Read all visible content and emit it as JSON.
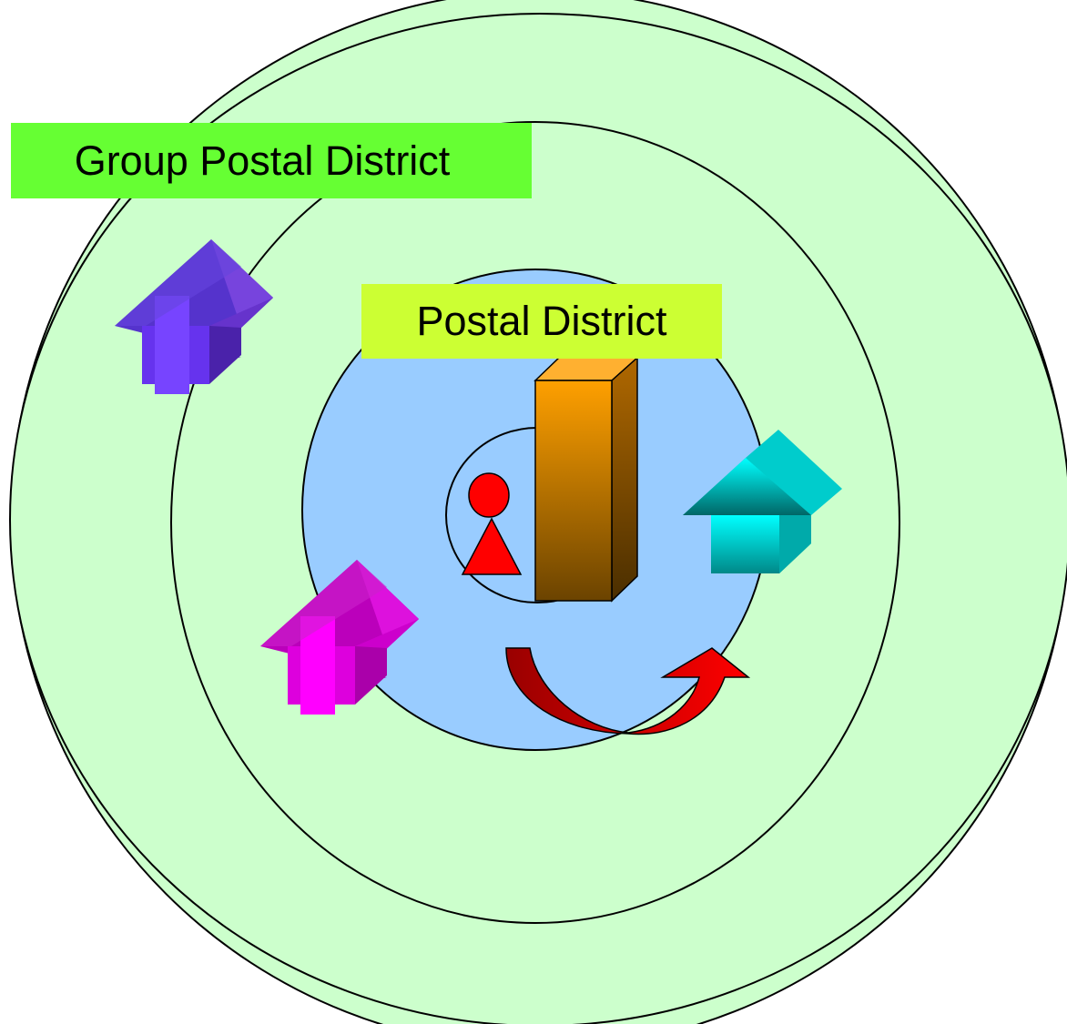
{
  "labels": {
    "group_postal_district": "Group Postal District",
    "postal_district": "Postal District"
  },
  "colors": {
    "outer_ring_fill": "#ccffcc",
    "inner_district_fill": "#99ccff",
    "group_label_bg": "#66ff33",
    "district_label_bg": "#ccff33",
    "outline": "#000000",
    "house_left_top": "#6633cc",
    "house_left_bottom": "#cc00cc",
    "house_right": "#00cccc",
    "tower_top": "#ffa000",
    "tower_bottom": "#6b4300",
    "person": "#ff0000",
    "curved_arrow": "#cc0000"
  },
  "icons": [
    "house-icon-purple",
    "house-icon-magenta",
    "house-icon-cyan",
    "postal-tower-icon",
    "person-icon",
    "curved-arrow-icon"
  ]
}
